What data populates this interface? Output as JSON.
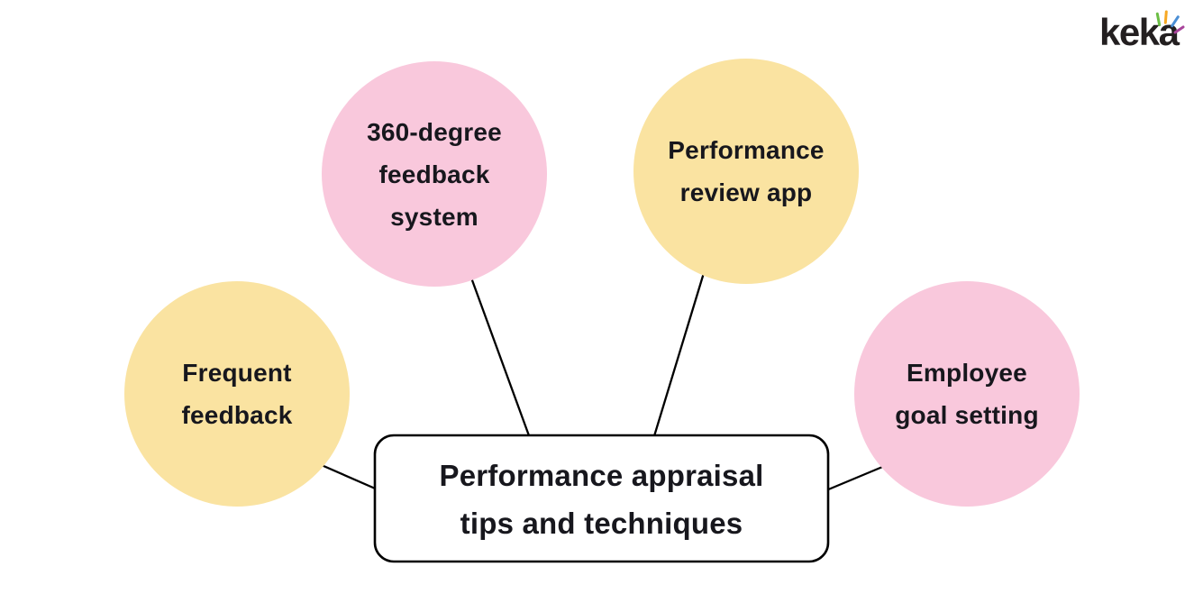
{
  "background": "#FFFFFF",
  "connector_color": "#000000",
  "logo": {
    "text": "keka",
    "text_color": "#231F20",
    "spark_colors": [
      "#6CBE45",
      "#F7A823",
      "#4B8FD5",
      "#A8449B"
    ]
  },
  "center_node": {
    "lines": [
      "Performance appraisal",
      "tips and techniques"
    ],
    "fill": "#FFFFFF",
    "border_color": "#000000",
    "text_color": "#17171D"
  },
  "nodes": [
    {
      "id": "360-degree-feedback-system",
      "lines": [
        "360-degree",
        "feedback",
        "system"
      ],
      "fill": "#F9C8DC"
    },
    {
      "id": "performance-review-app",
      "lines": [
        "Performance",
        "review app"
      ],
      "fill": "#FAE3A1"
    },
    {
      "id": "frequent-feedback",
      "lines": [
        "Frequent",
        "feedback"
      ],
      "fill": "#FAE3A1"
    },
    {
      "id": "employee-goal-setting",
      "lines": [
        "Employee",
        "goal setting"
      ],
      "fill": "#F9C8DC"
    }
  ]
}
